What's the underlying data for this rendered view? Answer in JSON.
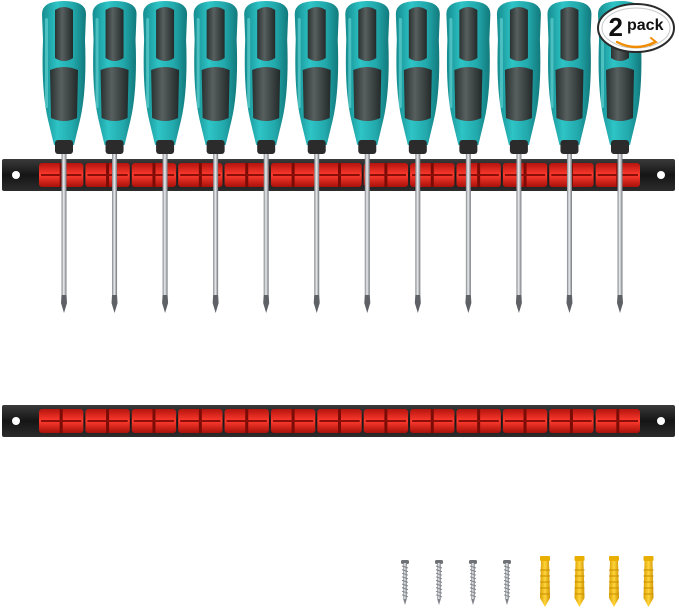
{
  "product_image": {
    "description_label": "",
    "badge": {
      "count": "2",
      "word": "pack"
    },
    "screwdriver_count": 12,
    "rails": 2,
    "screw_count": 4,
    "anchor_count": 4,
    "colors": {
      "handle_teal": "#1fb3b6",
      "handle_grip": "#3f3f3f",
      "rail_black": "#1d1d1d",
      "clip_red": "#e3241b",
      "anchor_yellow": "#f6c21a",
      "shaft_silver": "#b9bcc0"
    }
  }
}
